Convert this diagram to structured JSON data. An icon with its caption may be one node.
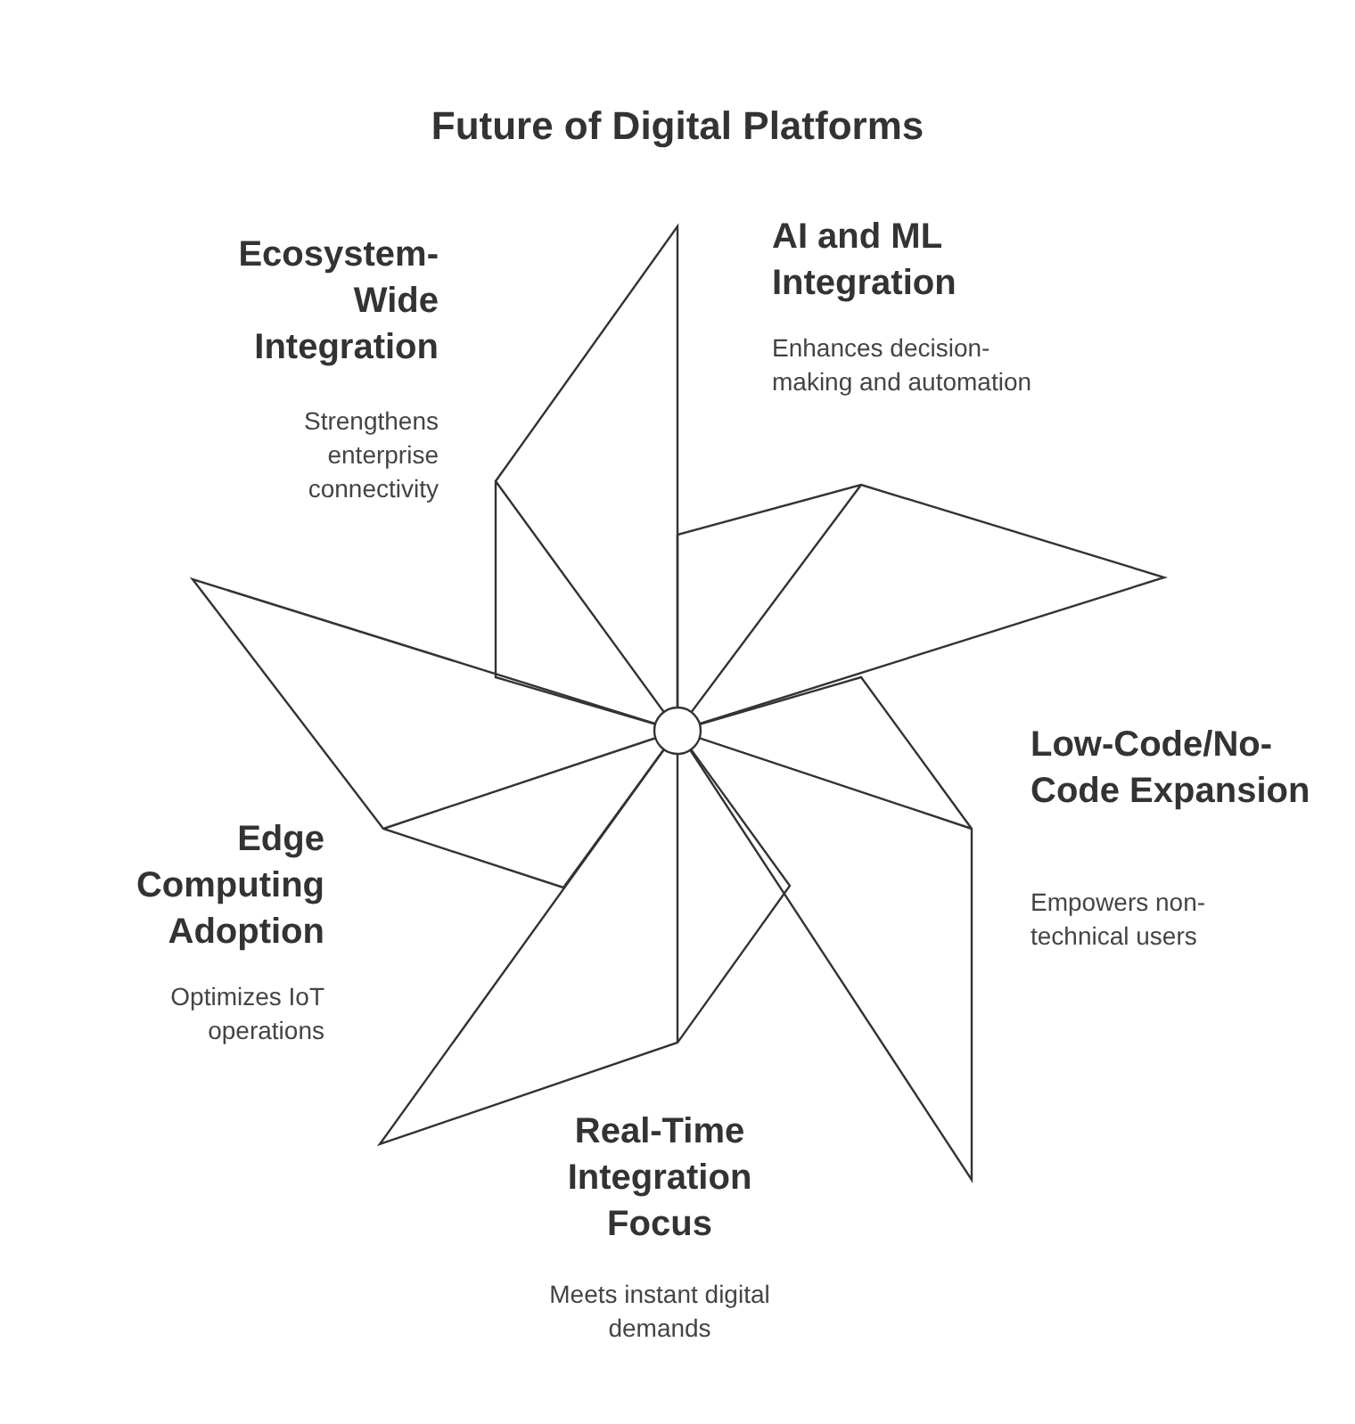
{
  "diagram": {
    "title": "Future of Digital Platforms",
    "labels": [
      "Ecosystem-Wide Integration",
      "Strengthens enterprise connectivity",
      "AI and ML Integration",
      "Enhances decision-making and automation",
      "Low-Code/No-Code Expansion",
      "Empowers non-technical users",
      "Edge Computing Adoption",
      "Optimizes IoT operations",
      "Real-Time Integration Focus",
      "Meets instant digital demands"
    ]
  }
}
